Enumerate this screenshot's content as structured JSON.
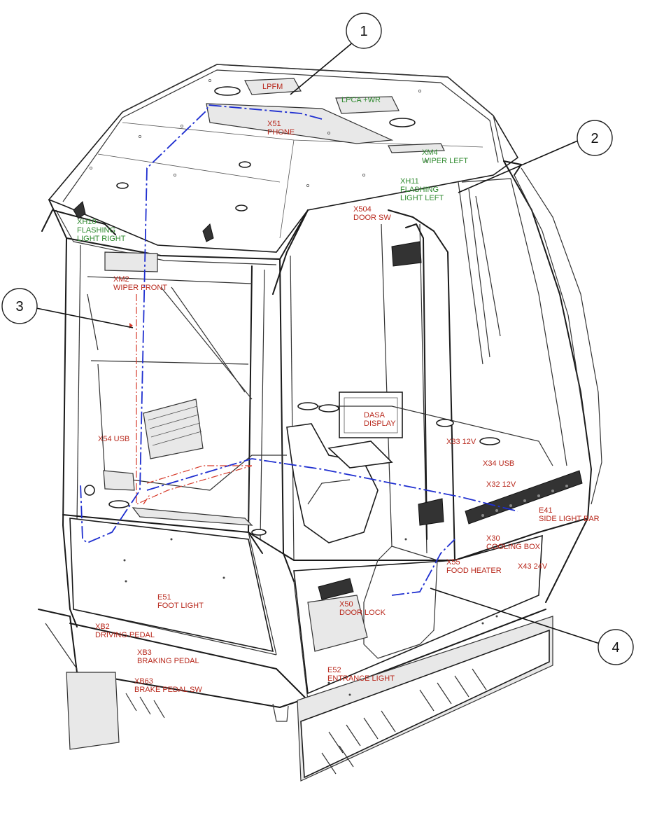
{
  "callouts": [
    {
      "id": "c1",
      "number": "1"
    },
    {
      "id": "c2",
      "number": "2"
    },
    {
      "id": "c3",
      "number": "3"
    },
    {
      "id": "c4",
      "number": "4"
    }
  ],
  "labels": [
    {
      "id": "lpfm",
      "lines": [
        "LPFM"
      ],
      "color": "#b8281c"
    },
    {
      "id": "lpca",
      "lines": [
        "LPCA +WR"
      ],
      "color": "#2f8a2f"
    },
    {
      "id": "x51",
      "lines": [
        "X51",
        "PHONE"
      ],
      "color": "#b8281c"
    },
    {
      "id": "xm4",
      "lines": [
        "XM4",
        "WIPER LEFT"
      ],
      "color": "#2f8a2f"
    },
    {
      "id": "xh11",
      "lines": [
        "XH11",
        "FLASHING",
        "LIGHT LEFT"
      ],
      "color": "#2f8a2f"
    },
    {
      "id": "x504",
      "lines": [
        "X504",
        "DOOR SW"
      ],
      "color": "#b8281c"
    },
    {
      "id": "xh10",
      "lines": [
        "XH10",
        "FLASHING",
        "LIGHT RIGHT"
      ],
      "color": "#2f8a2f"
    },
    {
      "id": "xm2",
      "lines": [
        "XM2",
        "WIPER FRONT"
      ],
      "color": "#b8281c"
    },
    {
      "id": "dasa",
      "lines": [
        "DASA",
        "DISPLAY"
      ],
      "color": "#b8281c"
    },
    {
      "id": "usbleft",
      "lines": [
        "X54 USB"
      ],
      "color": "#b8281c"
    },
    {
      "id": "x33",
      "lines": [
        "X33 12V"
      ],
      "color": "#b8281c"
    },
    {
      "id": "usbright",
      "lines": [
        "X34 USB"
      ],
      "color": "#b8281c"
    },
    {
      "id": "x32",
      "lines": [
        "X32 12V"
      ],
      "color": "#b8281c"
    },
    {
      "id": "e41",
      "lines": [
        "E41",
        "SIDE LIGHT BAR"
      ],
      "color": "#b8281c"
    },
    {
      "id": "x30",
      "lines": [
        "X30",
        "COOLING BOX"
      ],
      "color": "#b8281c"
    },
    {
      "id": "x55",
      "lines": [
        "X55",
        "FOOD HEATER"
      ],
      "color": "#b8281c"
    },
    {
      "id": "x43",
      "lines": [
        "X43 24V"
      ],
      "color": "#b8281c"
    },
    {
      "id": "e51",
      "lines": [
        "E51",
        "FOOT LIGHT"
      ],
      "color": "#b8281c"
    },
    {
      "id": "x50",
      "lines": [
        "X50",
        "DOOR LOCK"
      ],
      "color": "#b8281c"
    },
    {
      "id": "xb2",
      "lines": [
        "XB2",
        "DRIVING PEDAL"
      ],
      "color": "#b8281c"
    },
    {
      "id": "xb3",
      "lines": [
        "XB3",
        "BRAKING PEDAL"
      ],
      "color": "#b8281c"
    },
    {
      "id": "xb63",
      "lines": [
        "XB63",
        "BRAKE PEDAL SW"
      ],
      "color": "#b8281c"
    },
    {
      "id": "e52",
      "lines": [
        "E52",
        "ENTRANCE LIGHT"
      ],
      "color": "#b8281c"
    }
  ]
}
